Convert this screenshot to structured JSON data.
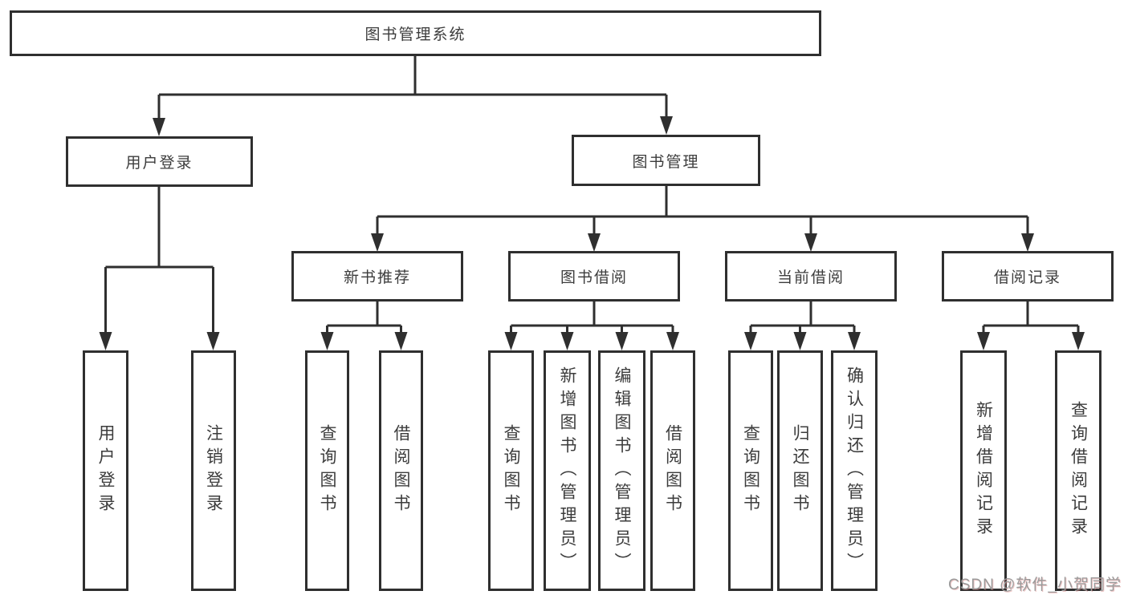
{
  "diagram": {
    "colors": {
      "line": "#2f2f2f",
      "node_border": "#2f2f2f",
      "node_text": "#3c3c3c",
      "background": "#ffffff",
      "watermark_text": "#9b9b9b"
    },
    "watermark": "CSDN @软件_小贺同学",
    "tree": {
      "label": "图书管理系统",
      "children": [
        {
          "label": "用户登录",
          "children": [
            {
              "label": "用户登录"
            },
            {
              "label": "注销登录"
            }
          ]
        },
        {
          "label": "图书管理",
          "children": [
            {
              "label": "新书推荐",
              "children": [
                {
                  "label": "查询图书"
                },
                {
                  "label": "借阅图书"
                }
              ]
            },
            {
              "label": "图书借阅",
              "children": [
                {
                  "label": "查询图书"
                },
                {
                  "label": "新增图书（管理员）"
                },
                {
                  "label": "编辑图书（管理员）"
                },
                {
                  "label": "借阅图书"
                }
              ]
            },
            {
              "label": "当前借阅",
              "children": [
                {
                  "label": "查询图书"
                },
                {
                  "label": "归还图书"
                },
                {
                  "label": "确认归还（管理员）"
                }
              ]
            },
            {
              "label": "借阅记录",
              "children": [
                {
                  "label": "新增借阅记录"
                },
                {
                  "label": "查询借阅记录"
                }
              ]
            }
          ]
        }
      ]
    }
  }
}
